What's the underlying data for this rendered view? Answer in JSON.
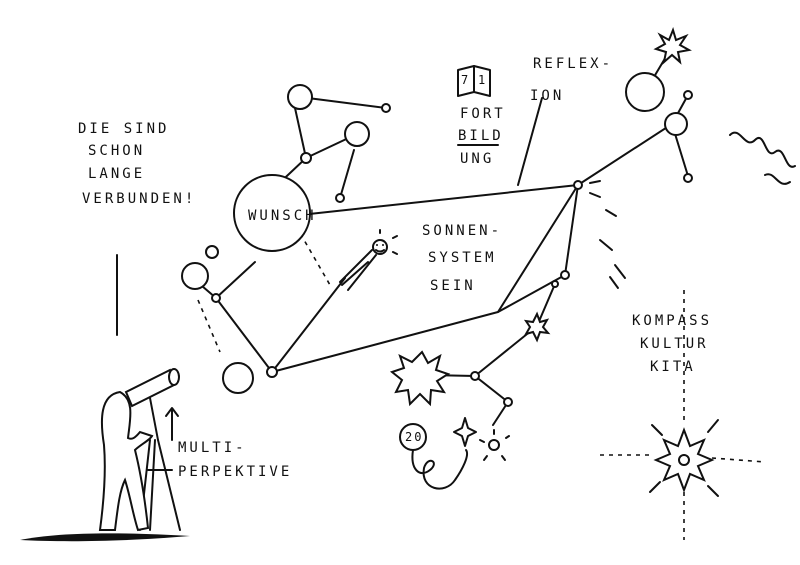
{
  "labels": {
    "wunsch": "WUNSCH",
    "die_sind_1": "DIE SIND",
    "die_sind_2": "SCHON",
    "die_sind_3": "LANGE",
    "die_sind_4": "VERBUNDEN!",
    "fortbildung_1": "FORT",
    "fortbildung_2": "BILD",
    "fortbildung_3": "UNG",
    "reflexion_1": "REFLEX-",
    "reflexion_2": "ION",
    "sonnen_1": "SONNEN-",
    "sonnen_2": "SYSTEM",
    "sonnen_3": "SEIN",
    "kompass_1": "KOMPASS",
    "kompass_2": "KULTUR",
    "kompass_3": "KITA",
    "multi_1": "MULTI-",
    "multi_2": "PERPEKTIVE",
    "planet_number": "20"
  },
  "colors": {
    "ink": "#111111",
    "paper": "#ffffff"
  },
  "icons": [
    "book-icon",
    "telescope-icon",
    "star-burst-icon",
    "comet-icon",
    "compass-star-icon",
    "sun-icon",
    "wave-icon"
  ]
}
